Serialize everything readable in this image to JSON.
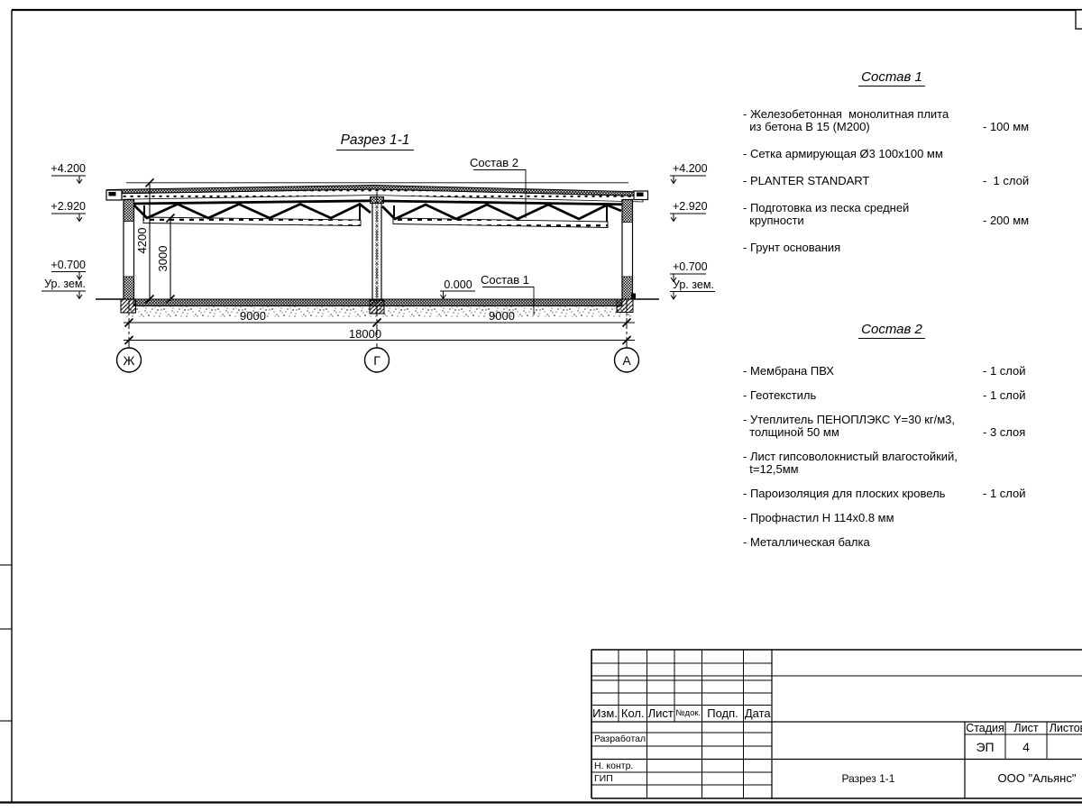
{
  "drawing": {
    "title": "Разрез 1-1",
    "callout_sostav2": "Состав 2",
    "callout_sostav1": "Состав 1",
    "zero_level": "0.000",
    "levels": {
      "left1": "+4.200",
      "left2": "+2.920",
      "left3": "+0.700",
      "left_ground": "Ур. зем.",
      "right1": "+4.200",
      "right2": "+2.920",
      "right3": "+0.700",
      "right_ground": "Ур. зем."
    },
    "dims": {
      "bay1": "9000",
      "bay2": "9000",
      "total": "18000",
      "height_top": "4200",
      "height_truss": "3000"
    },
    "axes": {
      "a1": "Ж",
      "a2": "Г",
      "a3": "А"
    }
  },
  "sostav1": {
    "title": "Состав 1",
    "items": [
      {
        "text": "- Железобетонная  монолитная плита\n  из бетона В 15 (М200)",
        "amount": "- 100 мм"
      },
      {
        "text": "- Сетка армирующая Ø3 100х100 мм",
        "amount": ""
      },
      {
        "text": "- PLANTER STANDART",
        "amount": "-  1 слой"
      },
      {
        "text": "- Подготовка из песка средней\n  крупности",
        "amount": "- 200 мм"
      },
      {
        "text": "- Грунт основания",
        "amount": ""
      }
    ]
  },
  "sostav2": {
    "title": "Состав 2",
    "items": [
      {
        "text": "- Мембрана ПВХ",
        "amount": "- 1 слой"
      },
      {
        "text": "- Геотекстиль",
        "amount": "- 1 слой"
      },
      {
        "text": "- Утеплитель ПЕНОПЛЭКС Y=30 кг/м3,\n  толщиной 50 мм",
        "amount": "- 3 слоя"
      },
      {
        "text": "- Лист гипсоволокнистый влагостойкий,\n  t=12,5мм",
        "amount": ""
      },
      {
        "text": "- Пароизоляция для плоских кровель",
        "amount": "- 1 слой"
      },
      {
        "text": "- Профнастил Н 114х0.8 мм",
        "amount": ""
      },
      {
        "text": "- Металлическая балка",
        "amount": ""
      }
    ]
  },
  "titleblock": {
    "col_izm": "Изм.",
    "col_kol": "Кол.",
    "col_list": "Лист",
    "col_ndok": "№док.",
    "col_podp": "Подп.",
    "col_data": "Дата",
    "row_razrabotal": "Разработал",
    "row_nkontr": "Н. контр.",
    "row_gip": "ГИП",
    "stadia_label": "Стадия",
    "list_label": "Лист",
    "listov_label": "Листов",
    "stadia_value": "ЭП",
    "list_value": "4",
    "doc_title": "Разрез 1-1",
    "company": "ООО \"Альянс\""
  }
}
